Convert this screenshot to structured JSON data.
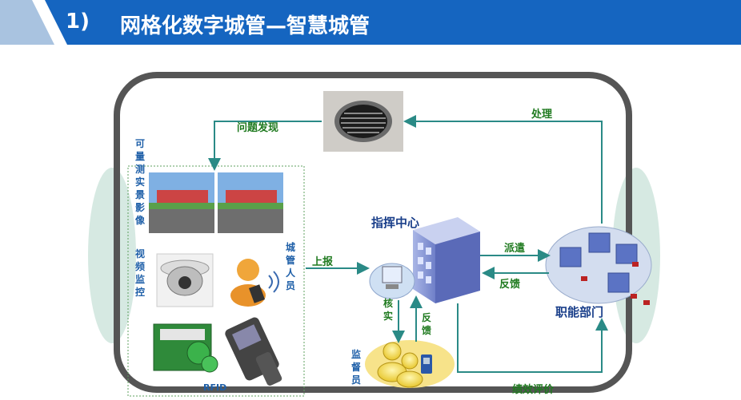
{
  "header": {
    "number": "1)",
    "title": "网格化数字城管—智慧城管"
  },
  "labels": {
    "problem_found": "问题发现",
    "handle": "处理",
    "measurable_image": "可量测实景影像",
    "video_monitor": "视频监控",
    "city_staff": "城管人员",
    "report": "上报",
    "command_center": "指挥中心",
    "dispatch": "派遣",
    "feedback_right": "反馈",
    "functional_dept": "职能部门",
    "verify": "核实",
    "feedback_down": "反馈",
    "supervisor": "监督员",
    "rfid": "RFID",
    "evaluation": "绩效评价"
  },
  "colors": {
    "title_bar": "#1565c0",
    "arrow": "#2a8a86",
    "frame": "#555555",
    "label_green": "#1f7a1f",
    "label_blue": "#1e5fa8"
  }
}
